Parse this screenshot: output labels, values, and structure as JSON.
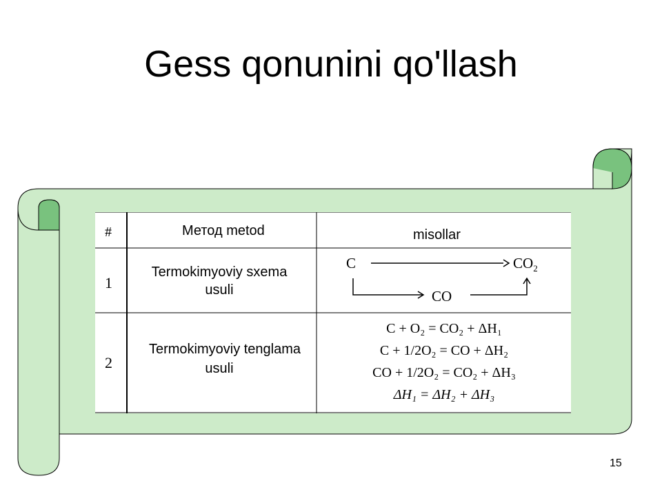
{
  "slide": {
    "title": "Gess qonunini qo'llash",
    "page_number": "15"
  },
  "table": {
    "headers": {
      "number": "#",
      "method": "Метод metod",
      "examples": "misollar"
    },
    "rows": [
      {
        "number": "1",
        "method_line1": "Termokimyoviy sxema",
        "method_line2": "usuli",
        "scheme": {
          "start": "C",
          "end": "CO",
          "end_sub": "2",
          "middle": "CO"
        }
      },
      {
        "number": "2",
        "method_line1": "Termokimyoviy tenglama",
        "method_line2": "usuli",
        "equations": [
          "C + O₂ = CO₂ + ΔH₁",
          "C + 1/2O₂ = CO + ΔH₂",
          "CO + 1/2O₂ = CO₂ + ΔH₃",
          "ΔH₁ = ΔH₂ + ΔH₃"
        ]
      }
    ]
  },
  "colors": {
    "scroll_fill": "#cdebc9",
    "scroll_curl": "#79c27e",
    "line": "#000000"
  }
}
